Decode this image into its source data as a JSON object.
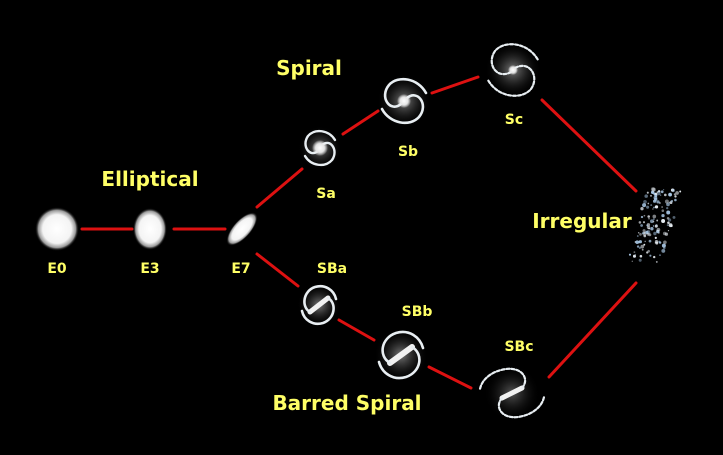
{
  "groups": {
    "elliptical": "Elliptical",
    "spiral": "Spiral",
    "barred_spiral": "Barred Spiral",
    "irregular": "Irregular"
  },
  "galaxies": {
    "e0": "E0",
    "e3": "E3",
    "e7": "E7",
    "sa": "Sa",
    "sb": "Sb",
    "sc": "Sc",
    "sba": "SBa",
    "sbb": "SBb",
    "sbc": "SBc"
  },
  "colors": {
    "background": "#000000",
    "connector": "#dd1111",
    "label": "#ffff66"
  }
}
